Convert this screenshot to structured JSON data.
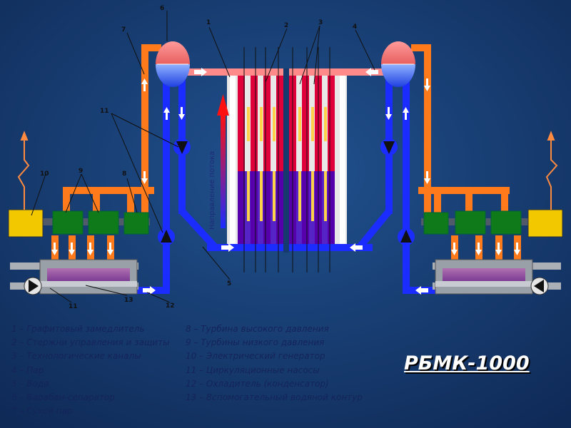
{
  "labels": {
    "n1": "1",
    "n2": "2",
    "n3": "3",
    "n4": "4",
    "n5": "5",
    "n6": "6",
    "n7": "7",
    "n8": "8",
    "n9": "9",
    "n10": "10",
    "n11a": "11",
    "n11b": "11",
    "n12": "12",
    "n13": "13"
  },
  "flow_label": "Направление потока",
  "legend_left": [
    "1 – Графитовый замедлитель",
    "2 – Стержни управления и защиты",
    "3 – Технологические каналы",
    "4 – Пар",
    "5 – Вода",
    "6 – Барабан-сепаратор",
    "7 – Сухой пар"
  ],
  "legend_right": [
    "8 – Турбина высокого давления",
    "9 – Турбины низкого давления",
    "10 – Электрический генератор",
    "11 – Циркуляционные насосы",
    "12 – Охладитель (конденсатор)",
    "13 – Вспомогательный водяной контур"
  ],
  "title": "РБМК-1000",
  "colors": {
    "background": "#16396e",
    "steam": "#ff7a1a",
    "water": "#1a2cff",
    "hot_steam_line": "#ff8a8a",
    "turbine": "#0f7a1a",
    "generator": "#f2c800",
    "drum": "#ff8080",
    "graphite": "#ffffff",
    "fuel": "#ffd24a",
    "hot_channel": "#e0003a"
  }
}
